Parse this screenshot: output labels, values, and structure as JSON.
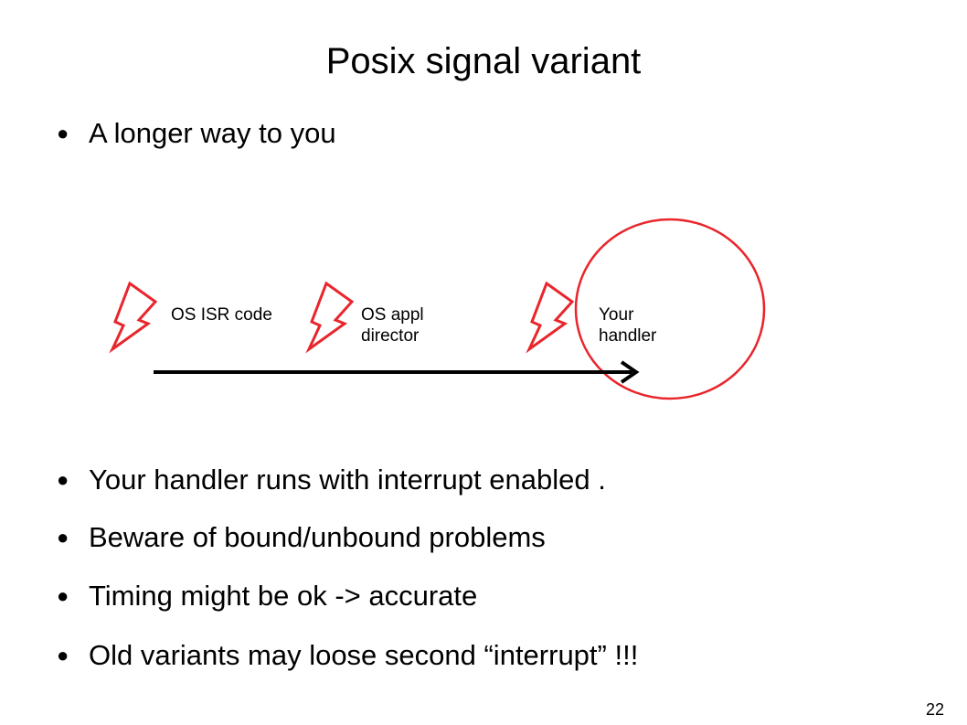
{
  "slide": {
    "title": "Posix signal variant",
    "bullets_top": [
      "A longer way to you"
    ],
    "bullets_bottom": [
      "Your handler runs with interrupt enabled .",
      "Beware of bound/unbound problems",
      "Timing might be ok -> accurate",
      "Old variants may loose second “interrupt” !!!"
    ],
    "page_number": "22"
  },
  "diagram": {
    "labels": {
      "os_isr": "OS ISR code",
      "os_appl": "OS appl\ndirector",
      "handler": "Your\nhandler"
    },
    "icons": [
      "lightning-bolt-icon",
      "lightning-bolt-icon",
      "lightning-bolt-icon"
    ],
    "colors": {
      "accent": "#e8262c",
      "arrow": "#000000"
    }
  }
}
